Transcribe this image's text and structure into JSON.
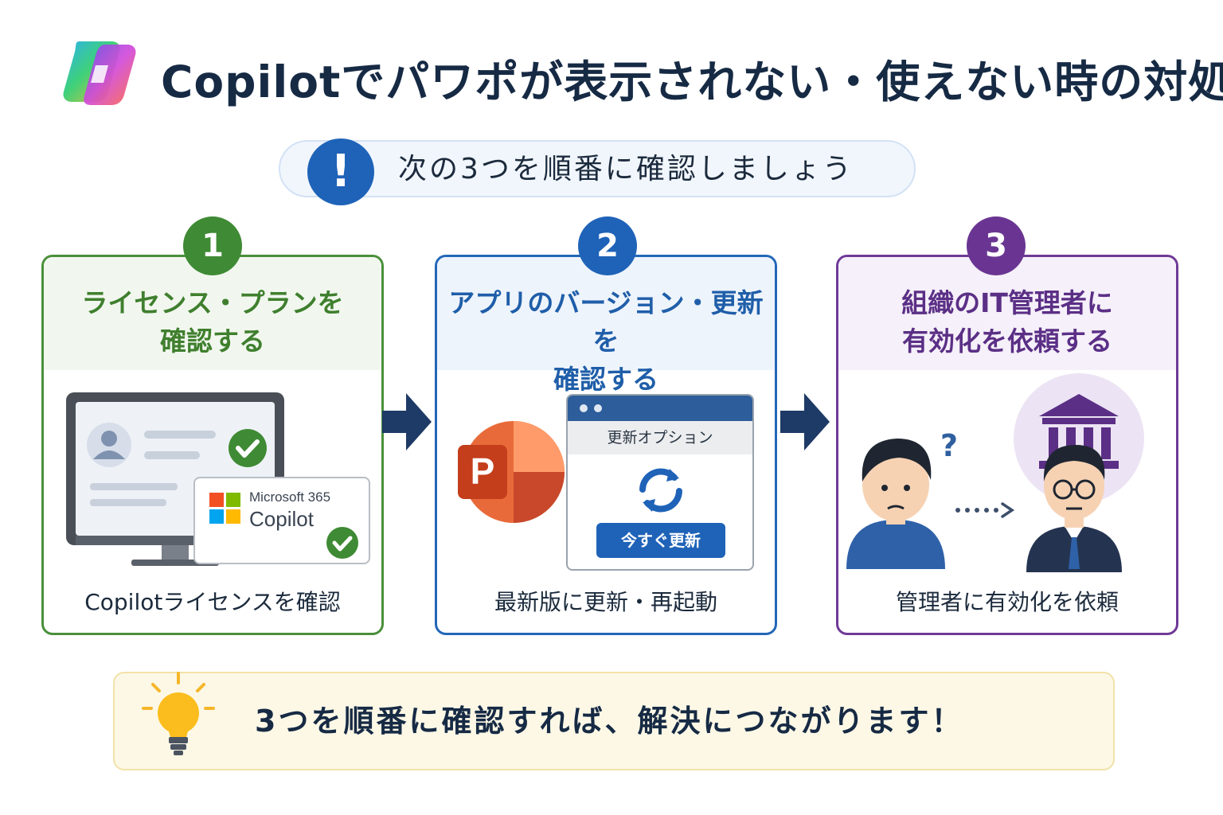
{
  "header": {
    "title": "Copilotでパワポが表示されない・使えない時の対処法",
    "logo_icon": "copilot-logo"
  },
  "notice": {
    "icon": "exclamation-icon",
    "text": "次の3つを順番に確認しましょう"
  },
  "steps": [
    {
      "number": "1",
      "title_line1": "ライセンス・プランを",
      "title_line2": "確認する",
      "caption": "Copilotライセンスを確認",
      "badge_brand": "Microsoft 365",
      "badge_product": "Copilot",
      "color": "#3f8a34"
    },
    {
      "number": "2",
      "title_line1": "アプリのバージョン・更新を",
      "title_line2": "確認する",
      "caption": "最新版に更新・再起動",
      "window_title": "更新オプション",
      "update_button": "今すぐ更新",
      "color": "#1f63b8"
    },
    {
      "number": "3",
      "title_line1": "組織のIT管理者に",
      "title_line2": "有効化を依頼する",
      "caption": "管理者に有効化を依頼",
      "question_mark": "?",
      "color": "#6a3592"
    }
  ],
  "tip": {
    "icon": "lightbulb-icon",
    "text": "3つを順番に確認すれば、解決につながります！"
  }
}
